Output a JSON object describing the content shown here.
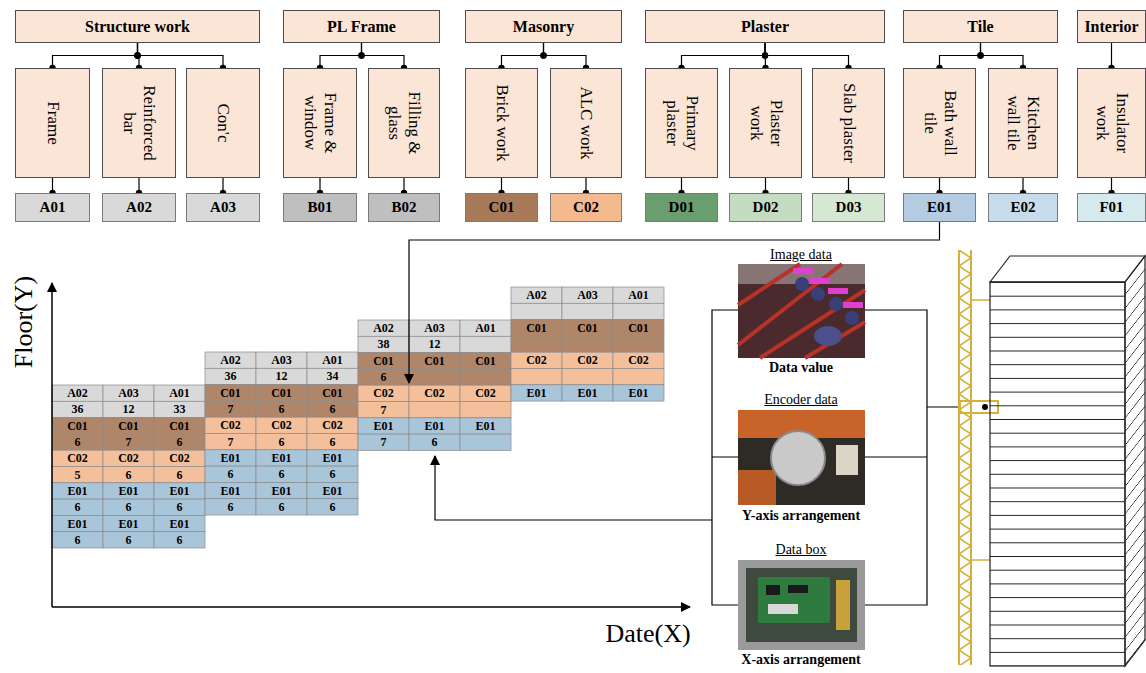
{
  "diagram": {
    "nodes": [
      {
        "text": [
          "Structure work"
        ]
      },
      {
        "text": [
          "Frame"
        ]
      },
      {
        "text": [
          "Reinforced bar"
        ]
      },
      {
        "text": [
          "Con'c"
        ]
      },
      {
        "text": [
          "A01"
        ]
      },
      {
        "text": [
          "A02"
        ]
      },
      {
        "text": [
          "A03"
        ]
      },
      {
        "text": [
          "PL Frame"
        ]
      },
      {
        "text": [
          "Frame & window"
        ]
      },
      {
        "text": [
          "Filling & glass"
        ]
      },
      {
        "text": [
          "B01"
        ]
      },
      {
        "text": [
          "B02"
        ]
      },
      {
        "text": [
          "Masonry"
        ]
      },
      {
        "text": [
          "Brick work"
        ]
      },
      {
        "text": [
          "ALC work"
        ]
      },
      {
        "text": [
          "C01"
        ]
      },
      {
        "text": [
          "C02"
        ]
      },
      {
        "text": [
          "Plaster"
        ]
      },
      {
        "text": [
          "Primary plaster"
        ]
      },
      {
        "text": [
          "Plaster work"
        ]
      },
      {
        "text": [
          "Slab plaster"
        ]
      },
      {
        "text": [
          "D01"
        ]
      },
      {
        "text": [
          "D02"
        ]
      },
      {
        "text": [
          "D03"
        ]
      },
      {
        "text": [
          "Tile"
        ]
      },
      {
        "text": [
          "Bath wall tile"
        ]
      },
      {
        "text": [
          "Kitchen wall tile"
        ]
      },
      {
        "text": [
          "E01"
        ]
      },
      {
        "text": [
          "E02"
        ]
      },
      {
        "text": [
          "Interior"
        ]
      },
      {
        "text": [
          "Insulator work"
        ]
      },
      {
        "text": [
          "F01"
        ]
      }
    ],
    "edges": [
      {
        "from": 0,
        "to": 1,
        "arrow": "to"
      },
      {
        "from": 0,
        "to": 2,
        "arrow": "to"
      },
      {
        "from": 0,
        "to": 3,
        "arrow": "to"
      },
      {
        "from": 1,
        "to": 4,
        "arrow": "to"
      },
      {
        "from": 2,
        "to": 5,
        "arrow": "to"
      },
      {
        "from": 3,
        "to": 6,
        "arrow": "to"
      },
      {
        "from": 7,
        "to": 8,
        "arrow": "to"
      },
      {
        "from": 7,
        "to": 9,
        "arrow": "to"
      },
      {
        "from": 8,
        "to": 10,
        "arrow": "to"
      },
      {
        "from": 9,
        "to": 11,
        "arrow": "to"
      },
      {
        "from": 12,
        "to": 13,
        "arrow": "to"
      },
      {
        "from": 12,
        "to": 14,
        "arrow": "to"
      },
      {
        "from": 13,
        "to": 15,
        "arrow": "to"
      },
      {
        "from": 14,
        "to": 16,
        "arrow": "to"
      },
      {
        "from": 17,
        "to": 18,
        "arrow": "to"
      },
      {
        "from": 17,
        "to": 19,
        "arrow": "to"
      },
      {
        "from": 17,
        "to": 20,
        "arrow": "to"
      },
      {
        "from": 18,
        "to": 21,
        "arrow": "to"
      },
      {
        "from": 19,
        "to": 22,
        "arrow": "to"
      },
      {
        "from": 20,
        "to": 23,
        "arrow": "to"
      },
      {
        "from": 24,
        "to": 25,
        "arrow": "to"
      },
      {
        "from": 24,
        "to": 26,
        "arrow": "to"
      },
      {
        "from": 25,
        "to": 27,
        "arrow": "to"
      },
      {
        "from": 26,
        "to": 28,
        "arrow": "to"
      },
      {
        "from": 29,
        "to": 30,
        "arrow": "to"
      },
      {
        "from": 30,
        "to": 31,
        "arrow": "to"
      }
    ],
    "labels": [
      "A02",
      "A03",
      "A01",
      "36",
      "12",
      "33",
      "C01",
      "C01",
      "C01",
      "6",
      "7",
      "6",
      "C02",
      "C02",
      "C02",
      "5",
      "6",
      "6",
      "E01",
      "E01",
      "E01",
      "6",
      "6",
      "6",
      "E01",
      "E01",
      "E01",
      "6",
      "6",
      "6",
      "A02",
      "A03",
      "A01",
      "36",
      "12",
      "34",
      "C01",
      "C01",
      "C01",
      "7",
      "6",
      "6",
      "C02",
      "C02",
      "C02",
      "7",
      "6",
      "6",
      "E01",
      "E01",
      "E01",
      "6",
      "6",
      "6",
      "E01",
      "E01",
      "E01",
      "6",
      "6",
      "6",
      "A02",
      "A03",
      "A01",
      "38",
      "12",
      "C01",
      "C01",
      "C01",
      "6",
      "C02",
      "C02",
      "C02",
      "7",
      "E01",
      "E01",
      "E01",
      "7",
      "6",
      "A02",
      "A03",
      "A01",
      "C01",
      "C01",
      "C01",
      "C02",
      "C02",
      "C02",
      "E01",
      "E01",
      "E01",
      "Floor(Y)",
      "Date(X)",
      "Image data",
      "Data value",
      "Encoder data",
      "Y-axis arrangement",
      "Data box",
      "X-axis arrangement"
    ]
  }
}
